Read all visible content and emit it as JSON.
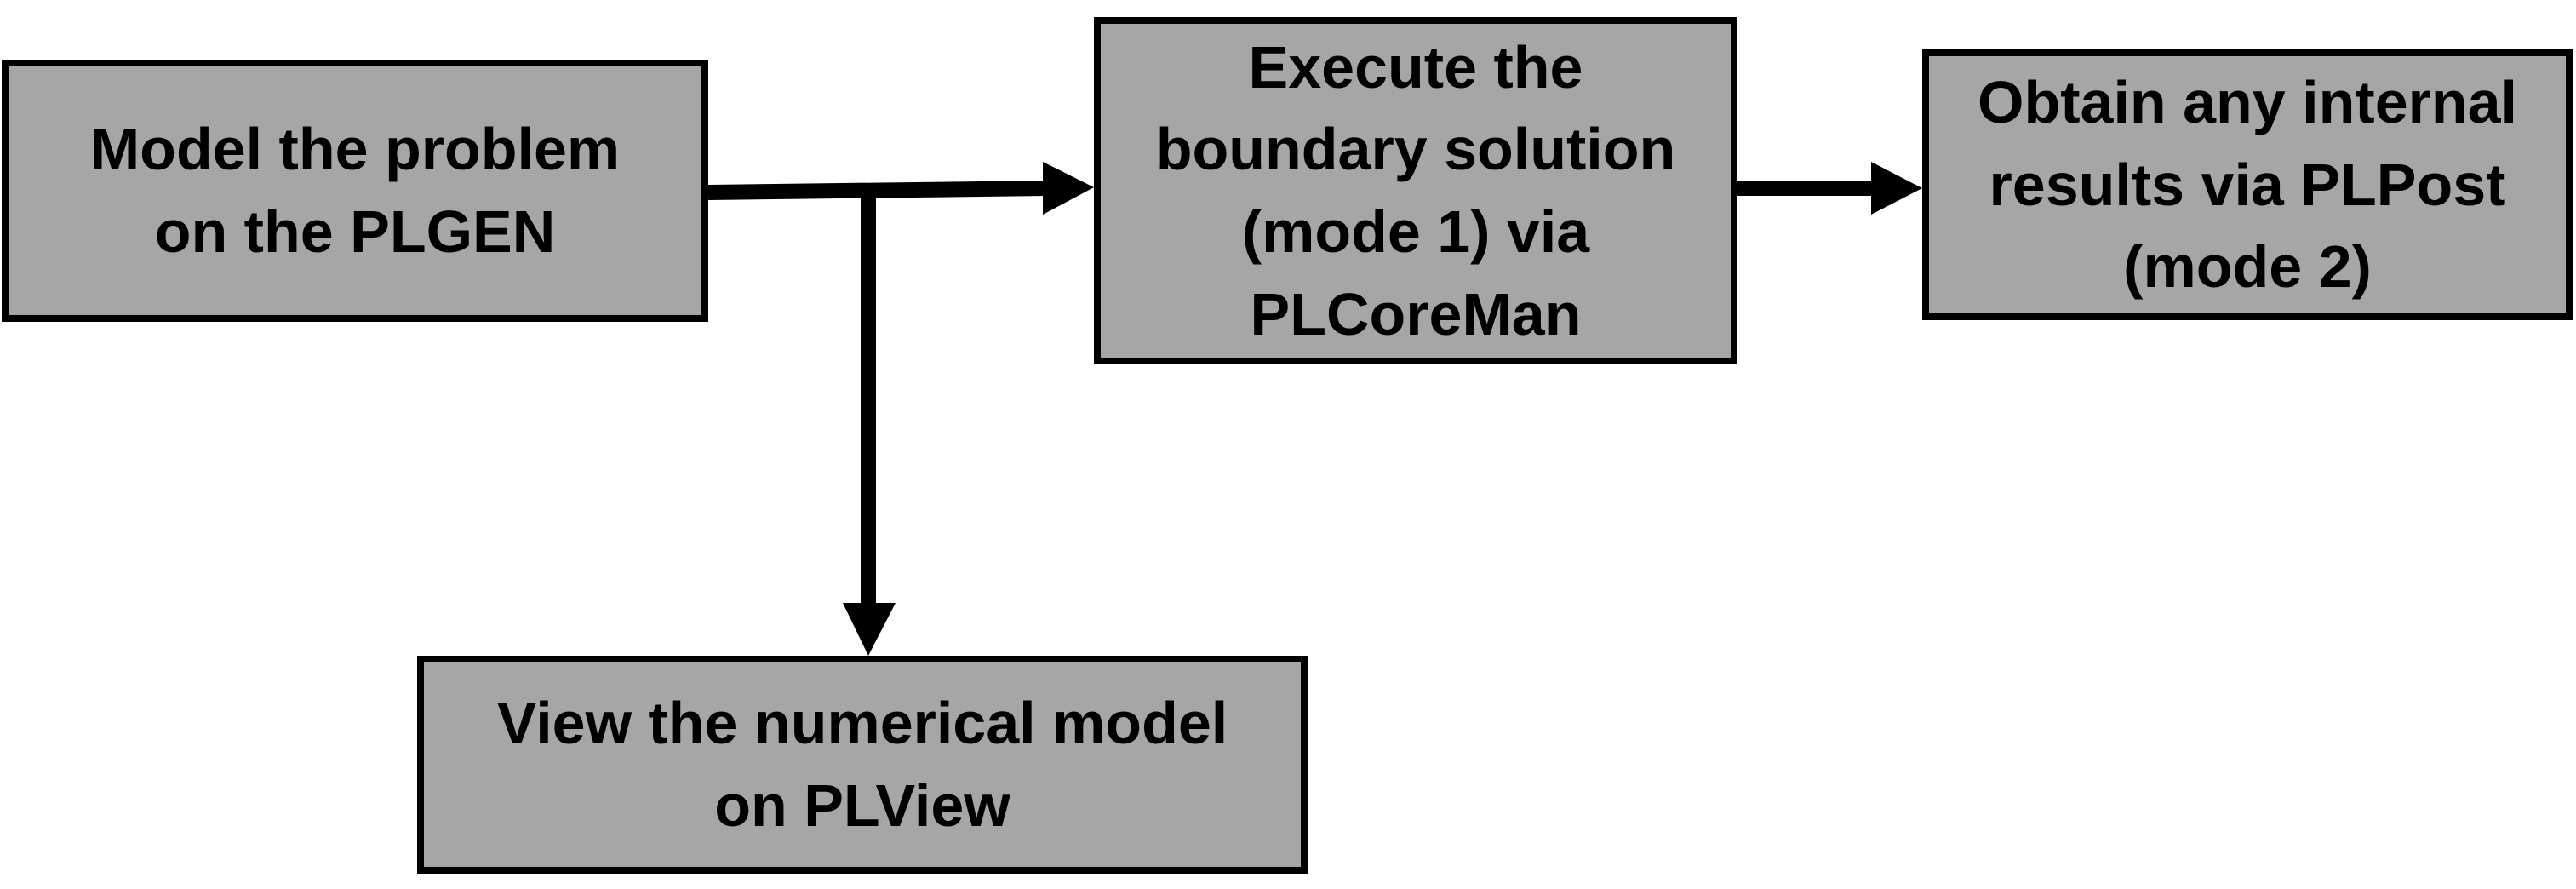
{
  "diagram": {
    "nodes": {
      "model": {
        "lines": [
          "Model the problem",
          "on the PLGEN"
        ]
      },
      "execute": {
        "lines": [
          "Execute the",
          "boundary solution",
          "(mode 1) via",
          "PLCoreMan"
        ]
      },
      "obtain": {
        "lines": [
          "Obtain any internal",
          "results via PLPost",
          "(mode 2)"
        ]
      },
      "view": {
        "lines": [
          "View the numerical model",
          "on PLView"
        ]
      }
    },
    "edges": [
      {
        "from": "model",
        "to": "execute"
      },
      {
        "from": "execute",
        "to": "obtain"
      },
      {
        "from": "model",
        "to": "view"
      }
    ],
    "colors": {
      "box_fill": "#a6a6a6",
      "border": "#000000",
      "arrow": "#000000",
      "background": "#ffffff"
    }
  }
}
